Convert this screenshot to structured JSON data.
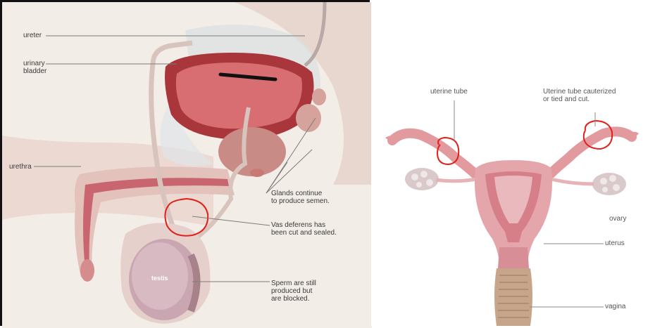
{
  "male": {
    "labels": {
      "ureter": "ureter",
      "urinary_bladder": "urinary\nbladder",
      "urethra": "urethra",
      "glands": "Glands continue\nto produce semen.",
      "vas": "Vas deferens has\nbeen cut and sealed.",
      "testis": "testis",
      "sperm": "Sperm are still\nproduced but\nare blocked."
    }
  },
  "female": {
    "labels": {
      "uterine_tube": "uterine tube",
      "cauterized": "Uterine tube cauterized\nor tied and cut.",
      "ovary": "ovary",
      "uterus": "uterus",
      "vagina": "vagina"
    }
  },
  "colors": {
    "annotation_circle": "#e0201a",
    "tissue": "#d9797d",
    "tissue_dark": "#b94e56",
    "skin": "#ead6cf"
  }
}
